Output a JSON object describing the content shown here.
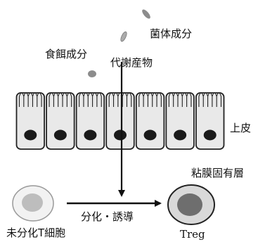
{
  "labels": {
    "food": "食餌成分",
    "bacteria": "菌体成分",
    "metabolite": "代謝産物",
    "epithelium": "上皮",
    "lamina_propria": "粘膜固有層",
    "differentiation": "分化・誘導",
    "naive_t": "未分化T細胞",
    "treg": "Treg"
  },
  "colors": {
    "outline": "#222222",
    "cell_fill": "#e9e9e9",
    "nucleus": "#1a1a1a",
    "particle": "#8c8c8c",
    "naive_inner": "#bdbdbd",
    "treg_inner": "#6e6e6e"
  }
}
